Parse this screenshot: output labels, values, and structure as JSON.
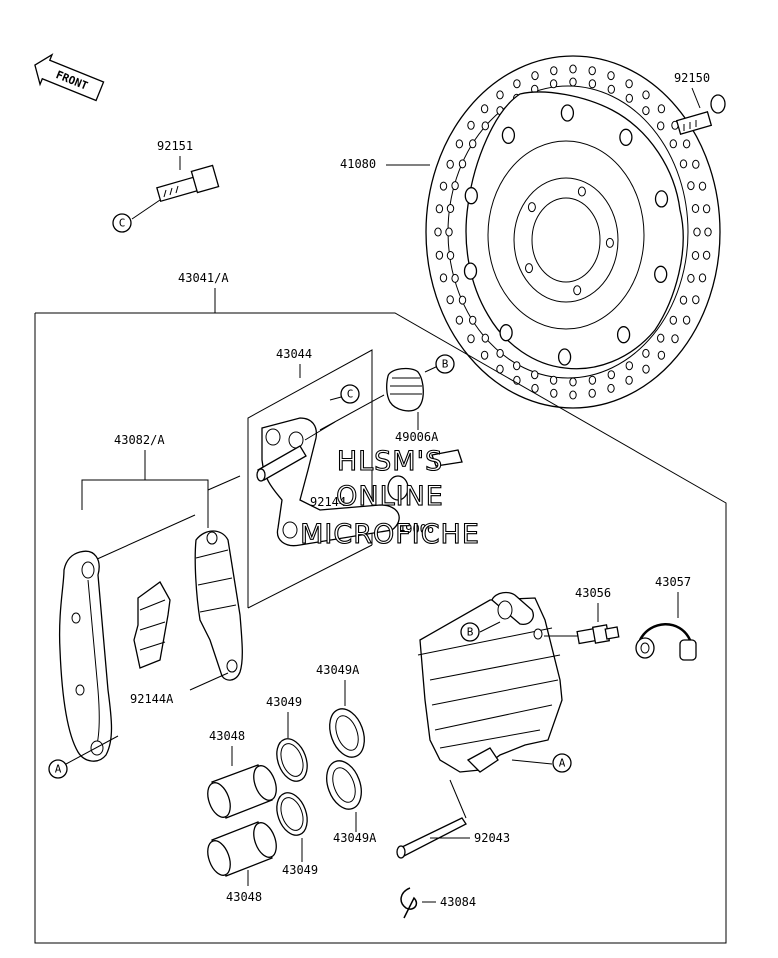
{
  "front_label": "FRONT",
  "watermark": [
    "HLSM'S",
    "ONLINE",
    "MICROFICHE"
  ],
  "parts": {
    "p92150": "92150",
    "p41080": "41080",
    "p92151": "92151",
    "p43041A": "43041/A",
    "p43044": "43044",
    "p43082A": "43082/A",
    "p49006A": "49006A",
    "p92144": "92144",
    "p49006": "49006",
    "p43056": "43056",
    "p43057": "43057",
    "p92144A": "92144A",
    "p43049A_top": "43049A",
    "p43049_top": "43049",
    "p43048_top": "43048",
    "p43049A_bot": "43049A",
    "p43049_bot": "43049",
    "p43048_bot": "43048",
    "p92043": "92043",
    "p43084": "43084"
  },
  "callouts": {
    "A": "A",
    "B": "B",
    "C": "C"
  }
}
